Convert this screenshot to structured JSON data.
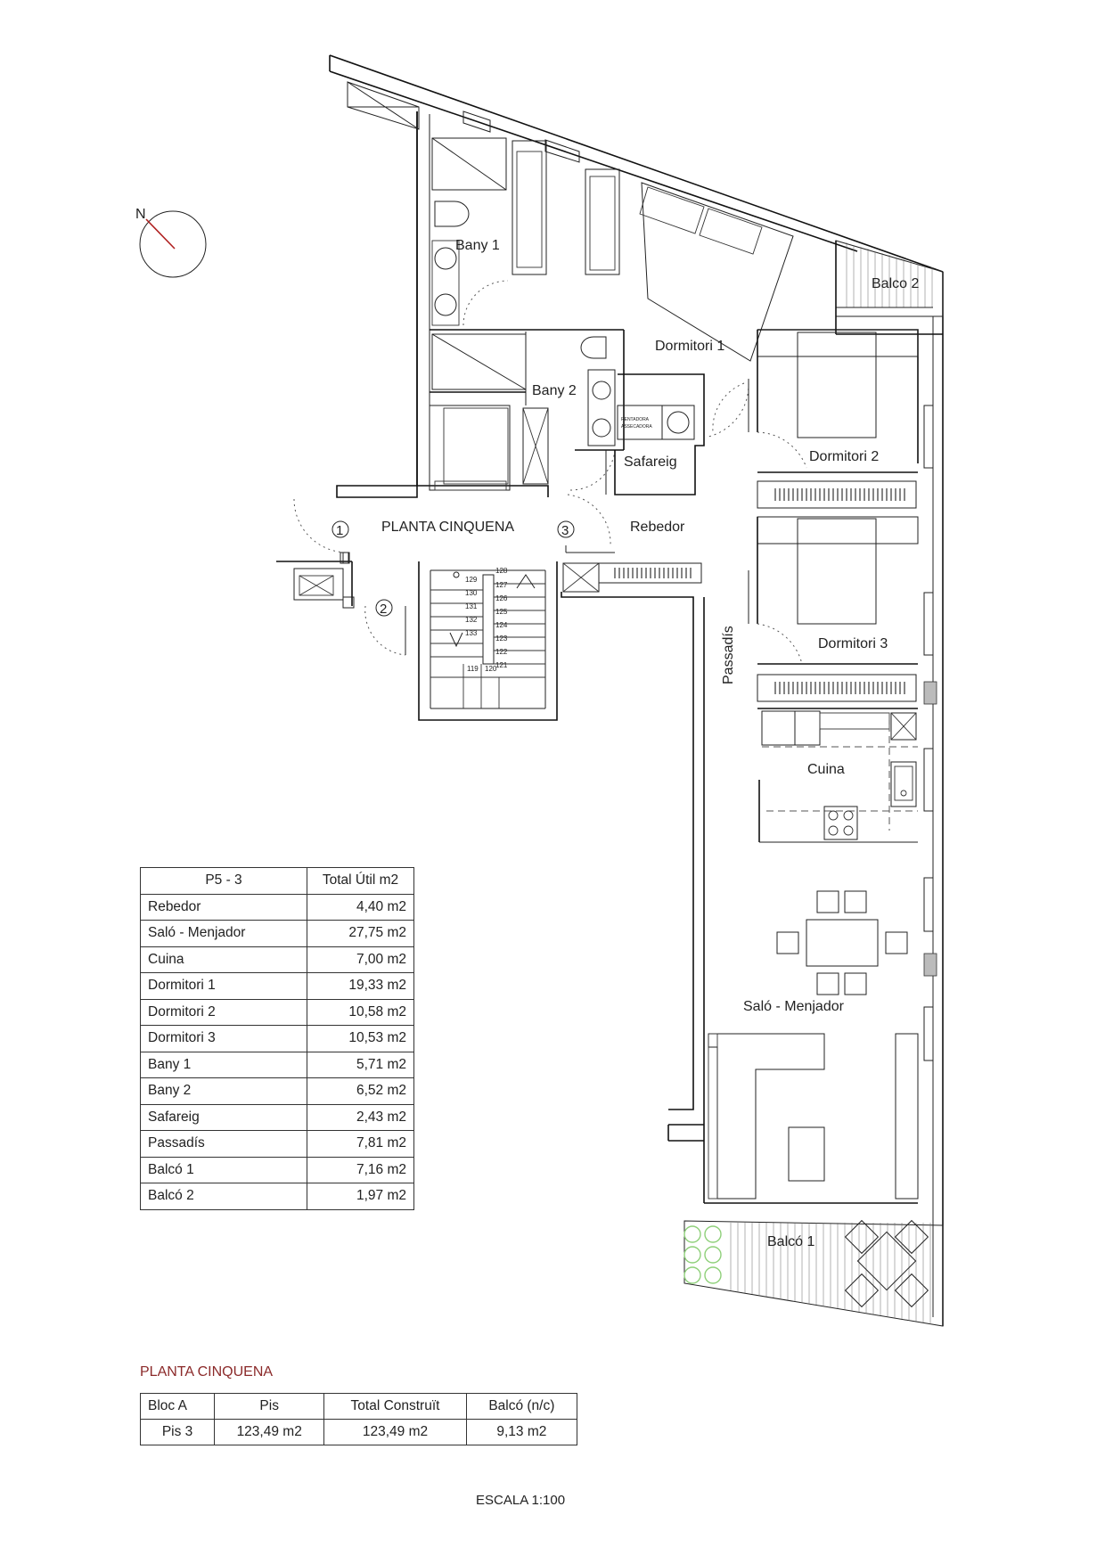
{
  "compass": {
    "label": "N"
  },
  "plan": {
    "floor_label": "PLANTA CINQUENA",
    "rooms": {
      "bany1": "Bany 1",
      "bany2": "Bany 2",
      "dormitori1": "Dormitori 1",
      "dormitori2": "Dormitori 2",
      "dormitori3": "Dormitori 3",
      "safareig": "Safareig",
      "rebedor": "Rebedor",
      "passadis": "Passadís",
      "cuina": "Cuina",
      "salo": "Saló - Menjador",
      "balco1": "Balcó 1",
      "balco2": "Balco 2"
    },
    "doors": [
      "1",
      "2",
      "3"
    ],
    "appliances": [
      "RENTADORA",
      "ASSECADORA"
    ],
    "stairs": {
      "left": [
        "129",
        "130",
        "131",
        "132",
        "133"
      ],
      "right": [
        "128",
        "127",
        "126",
        "125",
        "124",
        "123",
        "122",
        "121"
      ],
      "bottom": [
        "119",
        "120"
      ]
    }
  },
  "area_table": {
    "header": [
      "P5 - 3",
      "Total Útil m2"
    ],
    "rows": [
      [
        "Rebedor",
        "4,40 m2"
      ],
      [
        "Saló - Menjador",
        "27,75 m2"
      ],
      [
        "Cuina",
        "7,00 m2"
      ],
      [
        "Dormitori 1",
        "19,33 m2"
      ],
      [
        "Dormitori 2",
        "10,58 m2"
      ],
      [
        "Dormitori 3",
        "10,53 m2"
      ],
      [
        "Bany 1",
        "5,71 m2"
      ],
      [
        "Bany 2",
        "6,52 m2"
      ],
      [
        "Safareig",
        "2,43 m2"
      ],
      [
        "Passadís",
        "7,81 m2"
      ],
      [
        "Balcó 1",
        "7,16 m2"
      ],
      [
        "Balcó 2",
        "1,97 m2"
      ]
    ]
  },
  "summary": {
    "heading": "PLANTA CINQUENA",
    "header": [
      "Bloc A",
      "Pis",
      "Total Construït",
      "Balcó (n/c)"
    ],
    "row": [
      "Pis 3",
      "123,49 m2",
      "123,49 m2",
      "9,13 m2"
    ]
  },
  "scale": "ESCALA 1:100",
  "colors": {
    "heading": "#8b2a2a",
    "plant": "#8fd07a"
  }
}
